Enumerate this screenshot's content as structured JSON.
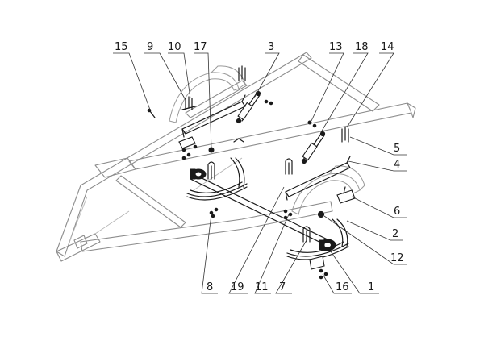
{
  "callouts": [
    {
      "id": "c15",
      "label": "15"
    },
    {
      "id": "c9",
      "label": "9"
    },
    {
      "id": "c10",
      "label": "10"
    },
    {
      "id": "c17",
      "label": "17"
    },
    {
      "id": "c3",
      "label": "3"
    },
    {
      "id": "c13",
      "label": "13"
    },
    {
      "id": "c18",
      "label": "18"
    },
    {
      "id": "c14",
      "label": "14"
    },
    {
      "id": "c5",
      "label": "5"
    },
    {
      "id": "c4",
      "label": "4"
    },
    {
      "id": "c6",
      "label": "6"
    },
    {
      "id": "c2",
      "label": "2"
    },
    {
      "id": "c12",
      "label": "12"
    },
    {
      "id": "c1",
      "label": "1"
    },
    {
      "id": "c16",
      "label": "16"
    },
    {
      "id": "c7",
      "label": "7"
    },
    {
      "id": "c11",
      "label": "11"
    },
    {
      "id": "c19",
      "label": "19"
    },
    {
      "id": "c8",
      "label": "8"
    }
  ]
}
